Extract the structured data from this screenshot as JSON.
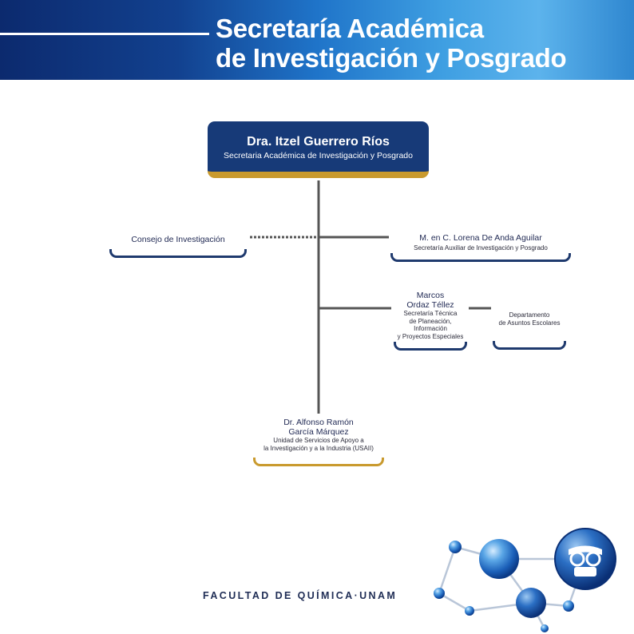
{
  "header": {
    "title_line1": "Secretaría Académica",
    "title_line2": "de Investigación y Posgrado"
  },
  "org": {
    "head": {
      "name": "Dra. Itzel Guerrero Ríos",
      "role": "Secretaria Académica de Investigación y Posgrado"
    },
    "consejo": {
      "name": "Consejo de Investigación"
    },
    "auxiliar": {
      "name": "M. en C. Lorena De Anda Aguilar",
      "role": "Secretaría Auxiliar de Investigación y Posgrado"
    },
    "tecnica": {
      "name_line1": "Marcos",
      "name_line2": "Ordaz Téllez",
      "role_line1": "Secretaría Técnica",
      "role_line2": "de Planeación,",
      "role_line3": "Información",
      "role_line4": "y Proyectos Especiales"
    },
    "escolares": {
      "line1": "Departamento",
      "line2": "de Asuntos Escolares"
    },
    "usaii": {
      "name_line1": "Dr. Alfonso Ramón",
      "name_line2": "García Márquez",
      "role_line1": "Unidad de Servicios de Apoyo a",
      "role_line2": "la Investigación y a la Industria (USAII)"
    }
  },
  "footer": {
    "text": "FACULTAD DE QUÍMICA·UNAM"
  },
  "colors": {
    "navy": "#173a78",
    "gold": "#c99a2e",
    "line": "#555555"
  }
}
